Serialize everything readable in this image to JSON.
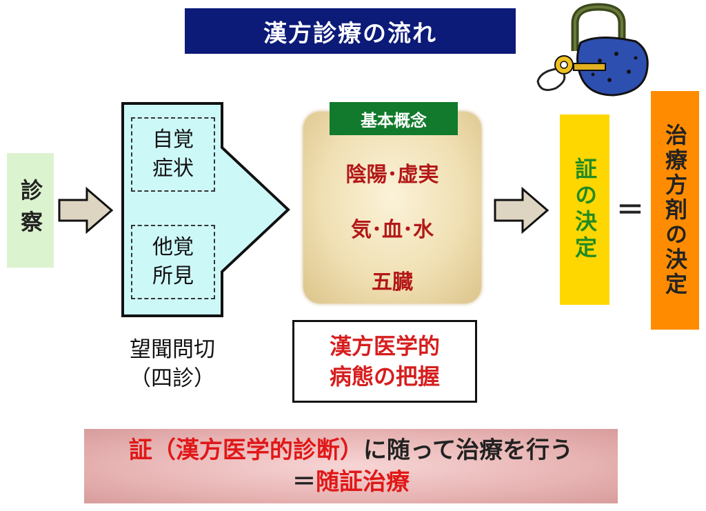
{
  "title": "漢方診療の流れ",
  "shindatsu": "診察",
  "arrow_boxes": {
    "subjective": [
      "自覚",
      "症状"
    ],
    "objective": [
      "他覚",
      "所見"
    ]
  },
  "four_exams": {
    "line1": "望聞問切",
    "line2": "（四診）"
  },
  "concepts": {
    "label": "基本概念",
    "items": [
      "陰陽･虚実",
      "気･血･水",
      "五臓"
    ]
  },
  "pathology": {
    "line1": "漢方医学的",
    "line2": "病態の把握"
  },
  "sho_decision": "証の決定",
  "equals": "＝",
  "treatment_decision": "治療方剤の決定",
  "bottom": {
    "line1_red": "証（漢方医学的診断）",
    "line1_rest": "に随って治療を行う",
    "line2_prefix": "＝",
    "line2_red": "随証治療"
  },
  "colors": {
    "title_bg": "#0c1a78",
    "concept_label_bg": "#117a2c",
    "sho_bg": "#ffd700",
    "sho_text": "#228b22",
    "treatment_bg": "#ff8c00",
    "accent_red": "#d61e1e",
    "arrow_fill": "#cdf8f8"
  },
  "icons": [
    "padlock-with-key-icon"
  ]
}
